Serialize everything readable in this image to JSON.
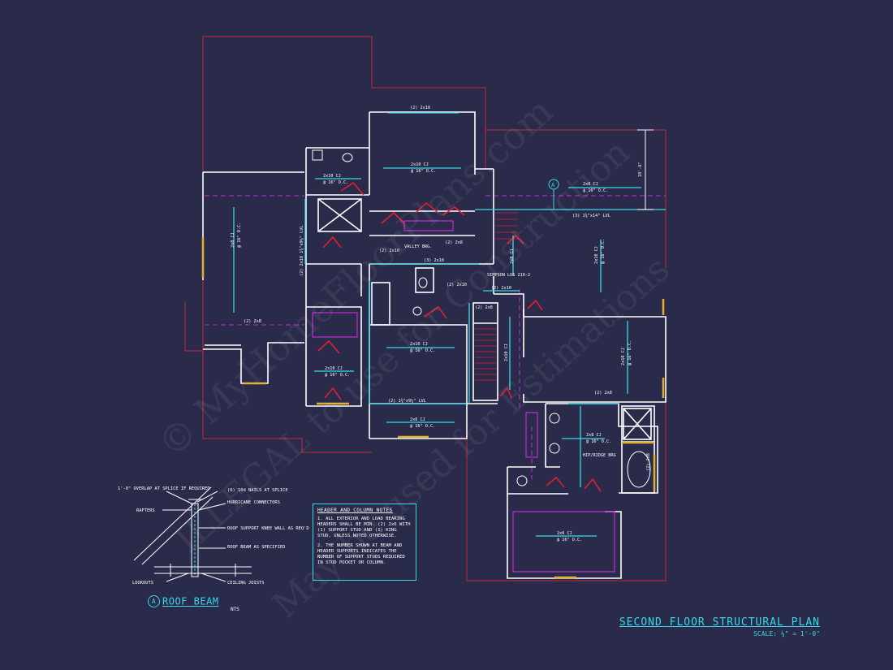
{
  "plan": {
    "title": "SECOND FLOOR STRUCTURAL PLAN",
    "scale": "SCALE: ¼\" = 1'-0\""
  },
  "notes": {
    "title": "HEADER AND COLUMN NOTES",
    "items": [
      "1. ALL EXTERIOR AND LOAD BEARING HEADERS SHALL BE MIN. (2) 2x6 WITH (1) SUPPORT STUD AND (1) KING STUD, UNLESS NOTED OTHERWISE.",
      "2. THE NUMBER SHOWN AT BEAM AND HEADER SUPPORTS INDICATES THE NUMBER OF SUPPORT STUDS REQUIRED IN STUD POCKET OR COLUMN."
    ]
  },
  "detail": {
    "bubble": "A",
    "title": "ROOF BEAM",
    "nts": "NTS",
    "labels": {
      "overlap": "1'-0\" OVERLAP AT SPLICE IF REQUIRED",
      "nails": "(6) 10d NAILS AT SPLICE",
      "rafters": "RAFTERS",
      "hurricane": "HURRICANE CONNECTORS",
      "roof_support": "ROOF SUPPORT KNEE WALL AS REQ'D",
      "roof_beam": "ROOF BEAM AS SPECIFIED",
      "lookouts": "LOOKOUTS",
      "ceiling_joists": "CEILING JOISTS"
    }
  },
  "annotations": {
    "top_header": "(2) 2x10",
    "cj_bedroom_top_a": "2x10 CJ",
    "cj_spacing": "@ 16\" O.C.",
    "cj_small_bath": "2x10 CJ",
    "cj_left_wing": "2x8 CJ",
    "beam_left_vertical": "(2) 2x10 1¾\"x9¼\" LVL",
    "valley_brg": "VALLEY BRG.",
    "header_2x10_a": "(2) 2x10",
    "header_2x10_b": "(3) 2x10",
    "header_2x8": "(2) 2x8",
    "header_2x10_c": "(2) 2x10",
    "simpson": "SIMPSON LUS 210-2",
    "header_2x10_d": "(2) 2x10",
    "header_2x8_b": "(2) 2x8",
    "cj_2x6_a": "2x6 CJ",
    "lvl_right": "(3) 1¾\"x14\" LVL",
    "cj_right_top": "2x8 CJ",
    "cj_right_mid": "2x10 CJ",
    "cj_right_big": "2x10 CJ",
    "cj_right_small": "2x10 CJ",
    "cj_center": "2x10 CJ",
    "cj_lower_left": "2x10 CJ",
    "header_lower_left": "(2) 2x8",
    "lvl_bottom": "(2) 1¾\"x9¼\" LVL",
    "cj_bottom_center": "2x6 CJ",
    "cj_mbath": "2x8 CJ",
    "hip_ridge": "HIP/RIDGE BRG",
    "cj_closet": "2x6 CJ",
    "header_2x8_c": "(2) 2x8",
    "header_2x8_d": "(2) 2x8",
    "section_mark": "A",
    "dim_vert": "10'-6\""
  },
  "watermarks": [
    "© MyHomeFloorPlans.com",
    "ILLEGAL to use for Construction",
    "May be used for Estimations"
  ],
  "colors": {
    "background": "#2a2a4a",
    "wall": "#ffffff",
    "roof_outline": "#c0283a",
    "beam": "#38d9e8",
    "dashed_ridge": "#c030d0",
    "header_marker": "#e0b030",
    "door_swing": "#e02030"
  }
}
